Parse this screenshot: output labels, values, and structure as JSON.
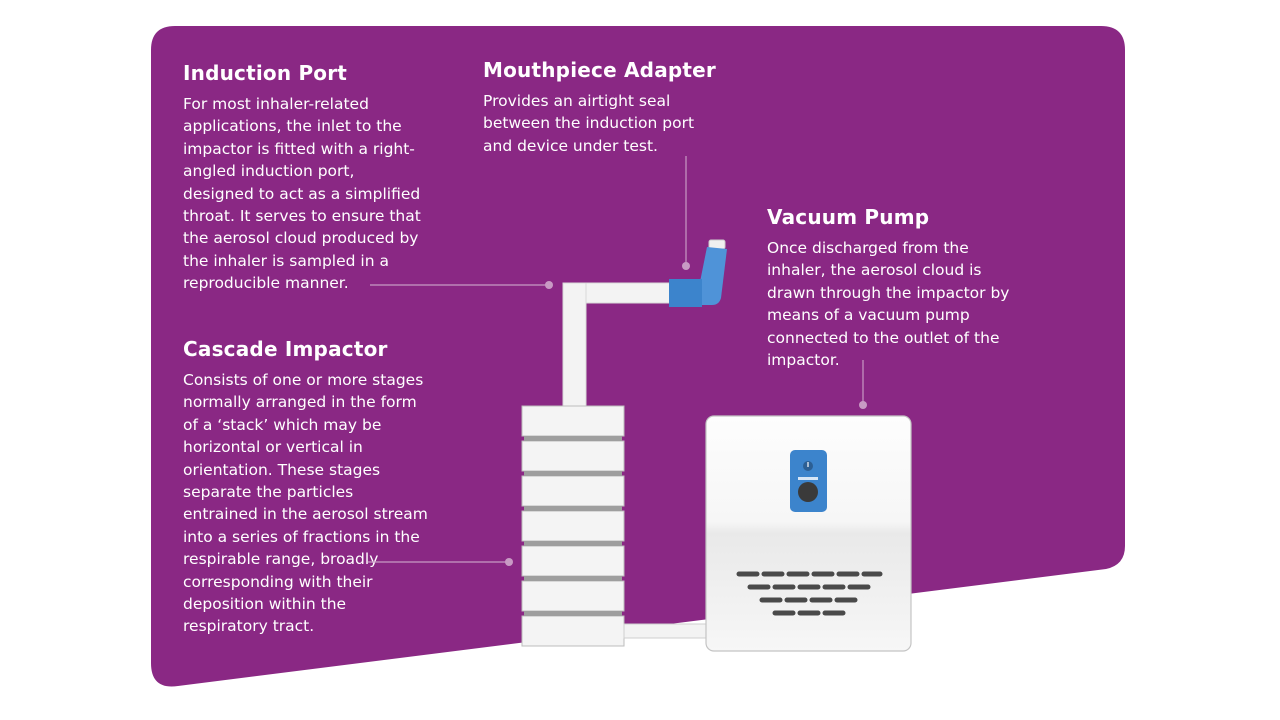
{
  "colors": {
    "panel": "#8a2884",
    "leader": "#c89ac4",
    "device_blue": "#3c84cc",
    "device_blue_light": "#4f93d8",
    "pump_body": "#f7f7f7",
    "pump_vents": "#4a4a4a",
    "stack": "#f4f4f4"
  },
  "icons": [
    "inhaler-icon",
    "pump-knob-icon"
  ],
  "induction_port": {
    "title": "Induction Port",
    "body": "For most inhaler-related\napplications, the inlet to the\nimpactor is fitted with a right-\nangled induction port,\ndesigned to act as a simplified\nthroat. It serves to ensure that\nthe aerosol cloud produced by\nthe inhaler is sampled in a\nreproducible manner."
  },
  "mouthpiece_adapter": {
    "title": "Mouthpiece Adapter",
    "body": "Provides an airtight seal\nbetween the induction port\nand device under test."
  },
  "vacuum_pump": {
    "title": "Vacuum Pump",
    "body": "Once discharged from the\ninhaler, the aerosol cloud is\ndrawn through the impactor by\nmeans of a vacuum pump\nconnected to the outlet of the\nimpactor."
  },
  "cascade_impactor": {
    "title": "Cascade Impactor",
    "body": "Consists of one or more stages\nnormally arranged in the form\nof a ‘stack’ which may be\nhorizontal or vertical in\norientation. These stages\nseparate the particles\nentrained in the aerosol stream\ninto a series of fractions in the\nrespirable range, broadly\ncorresponding with their\ndeposition within the\nrespiratory tract."
  }
}
